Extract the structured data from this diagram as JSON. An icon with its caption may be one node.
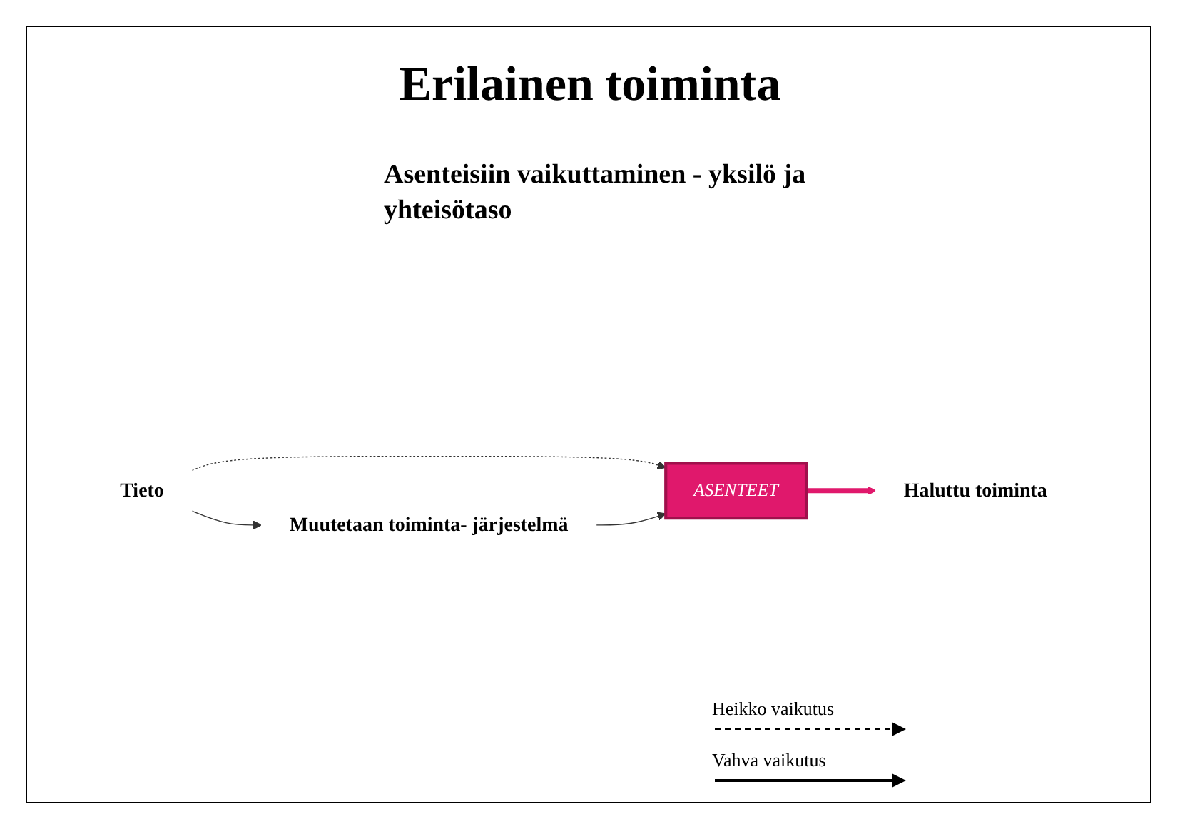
{
  "diagram": {
    "title": "Erilainen toiminta",
    "nodes": [
      {
        "text": [
          "Tieto"
        ]
      },
      {
        "text": [
          "Muutetaan toiminta- järjestelmä"
        ]
      },
      {
        "text": [
          "ASENTEET"
        ]
      },
      {
        "text": [
          "Haluttu toiminta"
        ]
      }
    ],
    "edges": [
      {
        "from": 0,
        "to": 2,
        "arrow": "to",
        "style": "dashed"
      },
      {
        "from": 0,
        "to": 1,
        "arrow": "to"
      },
      {
        "from": 1,
        "to": 2,
        "arrow": "to"
      },
      {
        "from": 2,
        "to": 3,
        "arrow": "to",
        "style": "thick",
        "color": "#e0186c"
      }
    ],
    "labels": [
      "Asenteisiin vaikuttaminen - yksilö ja yhteisötaso"
    ],
    "legend": [
      {
        "text": "Heikko vaikutus"
      },
      {
        "text": "Vahva vaikutus"
      }
    ]
  }
}
